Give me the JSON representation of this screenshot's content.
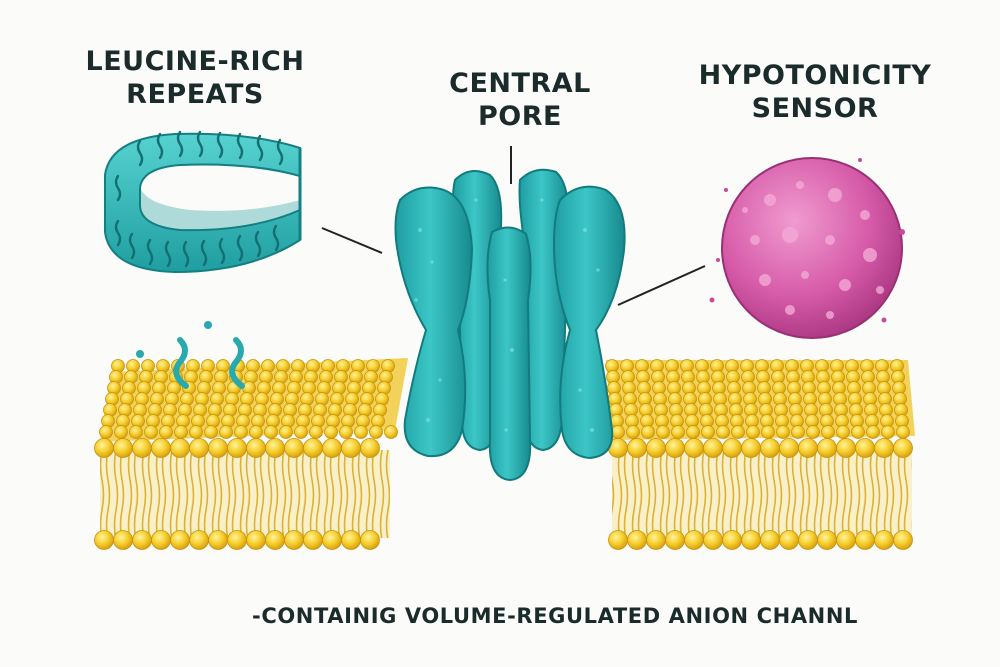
{
  "labels": {
    "leucine_rich_repeats": [
      "LEUCINE-RICH",
      "REPEATS"
    ],
    "central_pore": [
      "CENTRAL",
      "PORE"
    ],
    "hypotonicity_sensor": [
      "HYPOTONICITY",
      "SENSOR"
    ]
  },
  "caption": "-CONTAINIG VOLUME-REGULATED ANION CHANNL",
  "watermark_id": "1738286292",
  "colors": {
    "protein_teal": "#2fb5b7",
    "protein_teal_dark": "#1b8d90",
    "sensor_magenta": "#d65ba8",
    "membrane_yellow": "#f4c92c",
    "membrane_dark": "#d8a214",
    "text": "#1b2a2a"
  }
}
